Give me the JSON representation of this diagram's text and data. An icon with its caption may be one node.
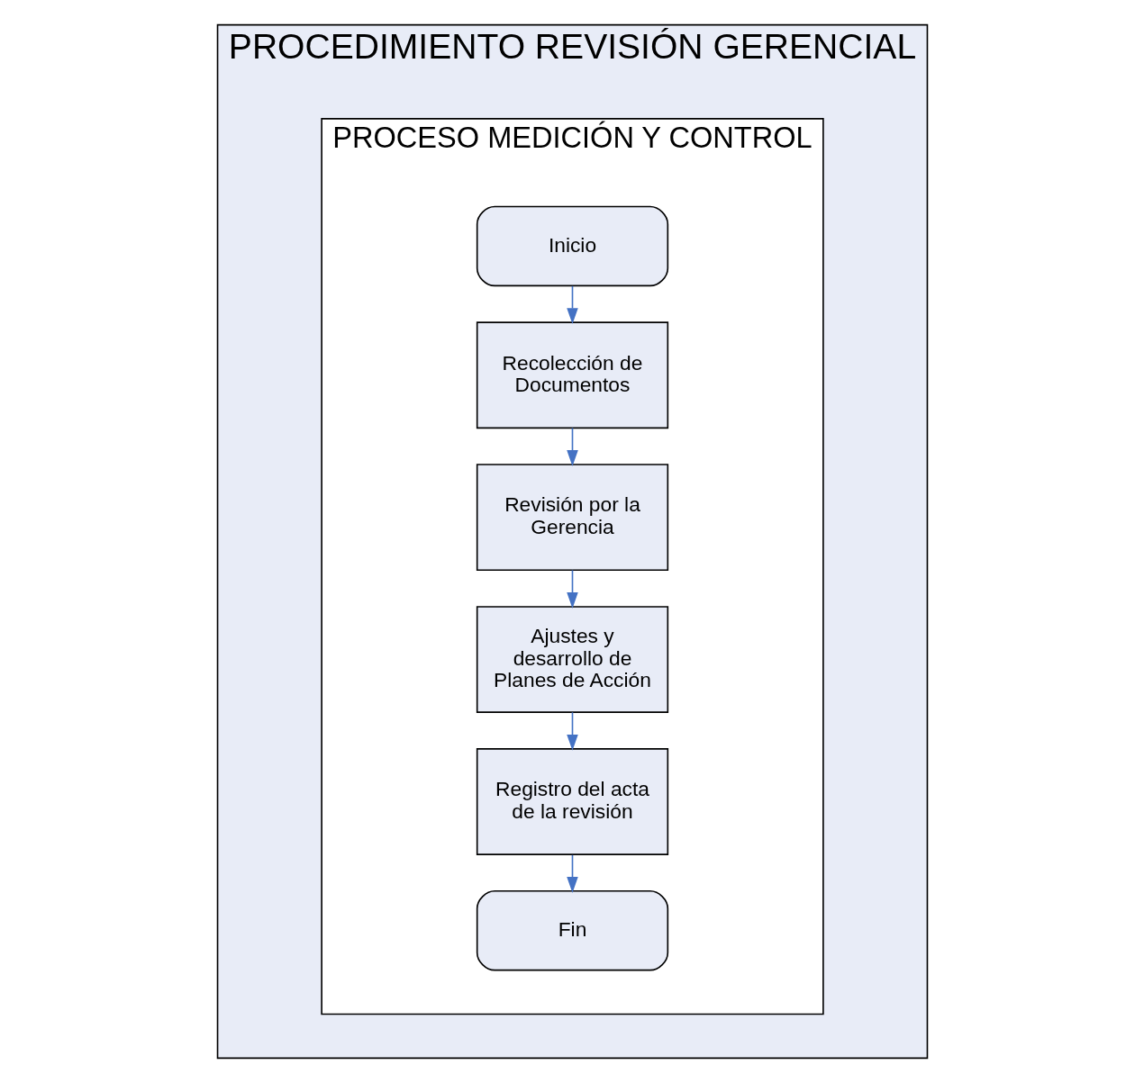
{
  "diagram": {
    "nodes": [
      {
        "text": [
          "PROCEDIMIENTO REVISIÓN GERENCIAL"
        ]
      },
      {
        "text": [
          "PROCESO MEDICIÓN Y CONTROL"
        ],
        "in": 0
      },
      {
        "text": [
          "Inicio"
        ],
        "in": 1
      },
      {
        "text": [
          "Recolección de Documentos"
        ],
        "in": 1
      },
      {
        "text": [
          "Revisión por la Gerencia"
        ],
        "in": 1
      },
      {
        "text": [
          "Ajustes y desarrollo de Planes de Acción"
        ],
        "in": 1
      },
      {
        "text": [
          "Registro del acta de la revisión"
        ],
        "in": 1
      },
      {
        "text": [
          "Fin"
        ],
        "in": 1
      }
    ],
    "edges": [
      {
        "from": 2,
        "to": 3,
        "arrow": "to"
      },
      {
        "from": 3,
        "to": 4,
        "arrow": "to"
      },
      {
        "from": 4,
        "to": 5,
        "arrow": "to"
      },
      {
        "from": 5,
        "to": 6,
        "arrow": "to"
      },
      {
        "from": 6,
        "to": 7,
        "arrow": "to"
      }
    ]
  }
}
